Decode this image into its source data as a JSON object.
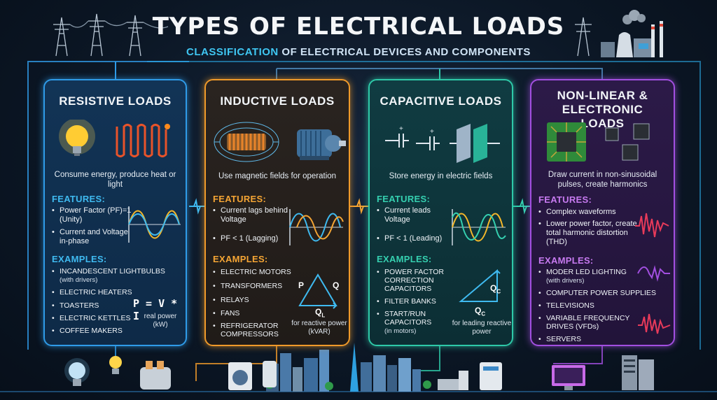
{
  "title": "TYPES OF ELECTRICAL LOADS",
  "subtitle": {
    "highlight": "CLASSIFICATION",
    "rest": " OF ELECTRICAL DEVICES AND COMPONENTS"
  },
  "colors": {
    "resistive": "#2f9be8",
    "inductive": "#f09a2a",
    "capacitive": "#2ec9a8",
    "nonlinear": "#a24fe0",
    "features_resistive": "#3fbaf0",
    "features_inductive": "#f5a534",
    "features_capacitive": "#35d0b0",
    "features_nonlinear": "#c77af0"
  },
  "cards": {
    "resistive": {
      "title": "RESISTIVE LOADS",
      "desc": "Consume energy, produce heat or light",
      "features_label": "FEATURES:",
      "features": [
        "Power Factor (PF)=1 (Unity)",
        "Current and Voltage in-phase"
      ],
      "examples_label": "EXAMPLES:",
      "examples": [
        {
          "main": "INCANDESCENT LIGHTBULBS",
          "sub": "(with drivers)"
        },
        {
          "main": "ELECTRIC HEATERS",
          "sub": ""
        },
        {
          "main": "TOASTERS",
          "sub": ""
        },
        {
          "main": "ELECTRIC KETTLES",
          "sub": ""
        },
        {
          "main": "COFFEE MAKERS",
          "sub": ""
        }
      ],
      "formula": "P = V * I",
      "formula_note": "real power (kW)",
      "icons": [
        "lightbulb-icon",
        "heating-coil-icon"
      ]
    },
    "inductive": {
      "title": "INDUCTIVE LOADS",
      "desc": "Use magnetic fields for operation",
      "features_label": "FEATURES:",
      "features": [
        "Current lags behind Voltage",
        "PF < 1 (Lagging)"
      ],
      "examples_label": "EXAMPLES:",
      "examples": [
        {
          "main": "ELECTRIC MOTORS",
          "sub": ""
        },
        {
          "main": "TRANSFORMERS",
          "sub": ""
        },
        {
          "main": "RELAYS",
          "sub": ""
        },
        {
          "main": "FANS",
          "sub": ""
        },
        {
          "main": "REFRIGERATOR COMPRESSORS",
          "sub": ""
        }
      ],
      "tri_p": "P",
      "tri_q": "Q",
      "tri_ql": "Q",
      "tri_ql_sub": "L",
      "note": "for reactive power (kVAR)",
      "icons": [
        "magnetic-coil-icon",
        "electric-motor-icon"
      ]
    },
    "capacitive": {
      "title": "CAPACITIVE LOADS",
      "desc": "Store energy in electric fields",
      "features_label": "FEATURES:",
      "features": [
        "Current leads Voltage",
        "PF < 1 (Leading)"
      ],
      "examples_label": "EXAMPLES:",
      "examples": [
        {
          "main": "POWER FACTOR CORRECTION CAPACITORS",
          "sub": ""
        },
        {
          "main": "FILTER BANKS",
          "sub": ""
        },
        {
          "main": "START/RUN CAPACITORS",
          "sub": "(in motors)"
        }
      ],
      "tri_qc": "Q",
      "tri_qc_sub": "C",
      "tri_qc2": "Q",
      "tri_qc2_sub": "C",
      "note": "for leading reactive power",
      "icons": [
        "capacitor-symbol-icon",
        "capacitor-plates-icon"
      ]
    },
    "nonlinear": {
      "title": "NON-LINEAR & ELECTRONIC LOADS",
      "desc": "Draw current in non-sinusoidal pulses, create harmonics",
      "features_label": "FEATURES:",
      "features": [
        "Complex waveforms",
        "Lower power factor, create total harmonic distortion (THD)"
      ],
      "examples_label": "EXAMPLES:",
      "examples": [
        {
          "main": "MODER LED LIGHTING",
          "sub": "(with drivers)"
        },
        {
          "main": "COMPUTER POWER SUPPLIES",
          "sub": ""
        },
        {
          "main": "TELEVISIONS",
          "sub": ""
        },
        {
          "main": "VARIABLE FREQUENCY DRIVES (VFDs)",
          "sub": ""
        },
        {
          "main": "SERVERS",
          "sub": ""
        }
      ],
      "icons": [
        "microchip-icon",
        "chip-icon"
      ]
    }
  }
}
